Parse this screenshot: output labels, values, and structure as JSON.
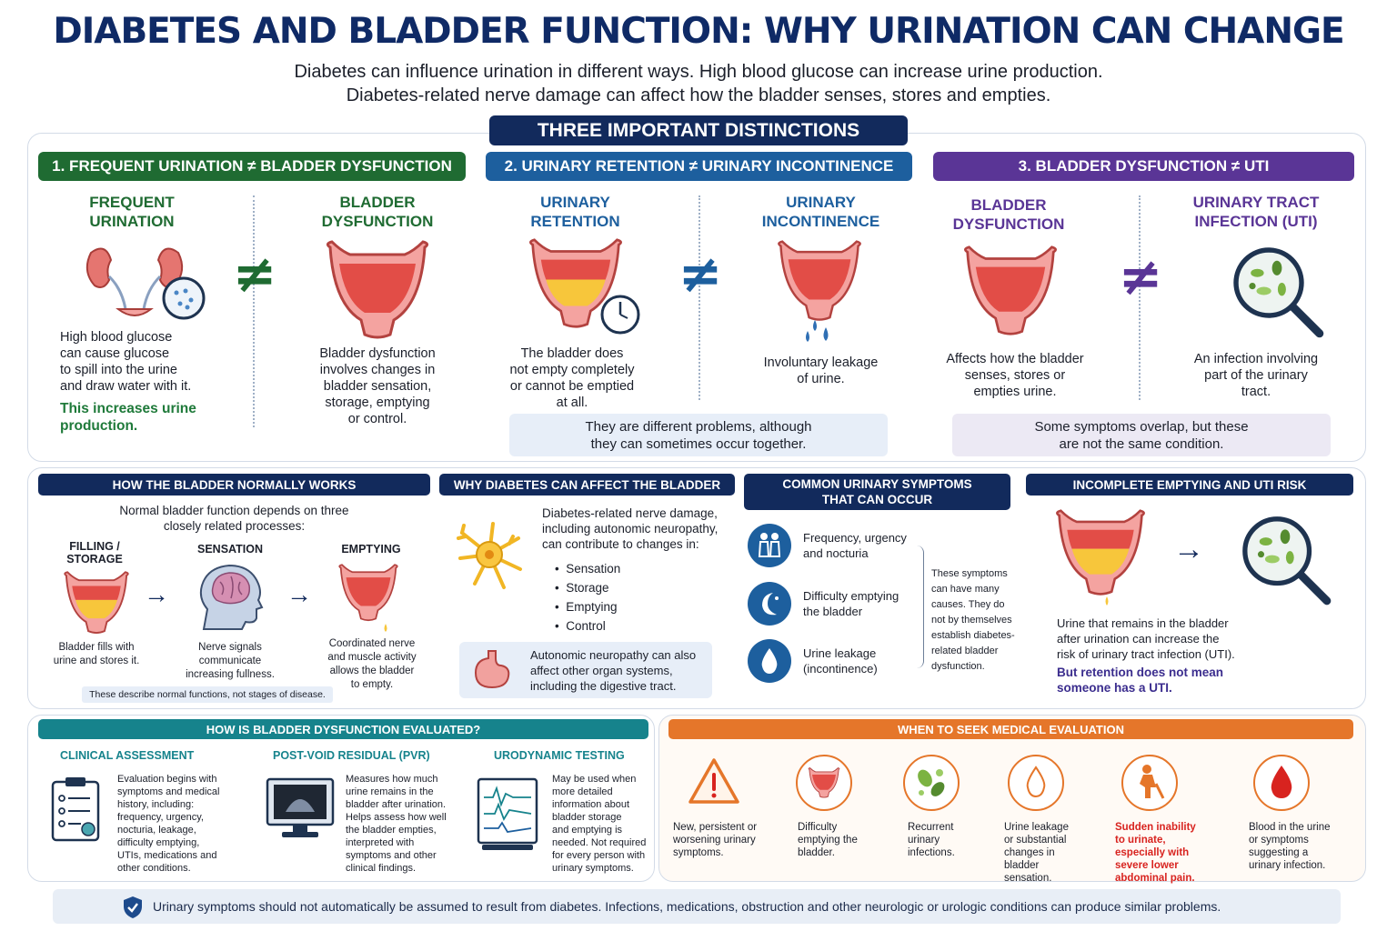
{
  "header": {
    "title": "DIABETES AND BLADDER FUNCTION: WHY URINATION CAN CHANGE",
    "subtitle_line1": "Diabetes can influence urination in different ways. High blood glucose can increase urine production.",
    "subtitle_line2": "Diabetes-related nerve damage can affect how the bladder senses, stores and empties."
  },
  "distinctions": {
    "banner": "THREE IMPORTANT DISTINCTIONS",
    "d1": {
      "header": "1. FREQUENT URINATION ≠ BLADDER DYSFUNCTION",
      "left_label": "FREQUENT\nURINATION",
      "right_label": "BLADDER\nDYSFUNCTION",
      "left_desc": "High blood glucose\ncan cause glucose\nto spill into the urine\nand draw water with it.",
      "left_emph": "This increases urine\nproduction.",
      "right_desc": "Bladder dysfunction\ninvolves changes in\nbladder sensation,\nstorage, emptying\nor control."
    },
    "d2": {
      "header": "2. URINARY RETENTION ≠ URINARY INCONTINENCE",
      "left_label": "URINARY\nRETENTION",
      "right_label": "URINARY\nINCONTINENCE",
      "left_desc": "The bladder does\nnot empty completely\nor cannot be emptied\nat all.",
      "right_desc": "Involuntary leakage\nof urine.",
      "note": "They are different problems, although\nthey can sometimes occur together."
    },
    "d3": {
      "header": "3. BLADDER DYSFUNCTION ≠ UTI",
      "left_label": "BLADDER\nDYSFUNCTION",
      "right_label": "URINARY TRACT\nINFECTION (UTI)",
      "left_desc": "Affects how the bladder\nsenses, stores or\nempties urine.",
      "right_desc": "An infection involving\npart of the urinary\ntract.",
      "note": "Some symptoms overlap, but these\nare not the same condition."
    },
    "neq_symbol": "≠"
  },
  "normal": {
    "header": "HOW THE BLADDER NORMALLY WORKS",
    "intro": "Normal bladder function depends on three\nclosely related processes:",
    "steps": [
      {
        "label": "FILLING /\nSTORAGE",
        "desc": "Bladder fills with\nurine and stores it."
      },
      {
        "label": "SENSATION",
        "desc": "Nerve signals\ncommunicate\nincreasing fullness."
      },
      {
        "label": "EMPTYING",
        "desc": "Coordinated nerve\nand muscle activity\nallows the bladder\nto empty."
      }
    ],
    "arrow": "→",
    "note": "These describe normal functions, not stages of disease."
  },
  "why": {
    "header": "WHY DIABETES CAN AFFECT THE BLADDER",
    "intro": "Diabetes-related nerve damage,\nincluding autonomic neuropathy,\ncan contribute to changes in:",
    "items": [
      "Sensation",
      "Storage",
      "Emptying",
      "Control"
    ],
    "bullet": "•",
    "note": "Autonomic neuropathy can also\naffect other organ systems,\nincluding the digestive tract."
  },
  "symptoms": {
    "header": "COMMON URINARY SYMPTOMS\nTHAT CAN OCCUR",
    "items": [
      {
        "icon": "people-icon",
        "text": "Frequency, urgency\nand nocturia"
      },
      {
        "icon": "moon-icon",
        "text": "Difficulty emptying\nthe bladder"
      },
      {
        "icon": "drop-icon",
        "text": "Urine leakage\n(incontinence)"
      }
    ],
    "side_note": "These symptoms\ncan have many\ncauses. They do\nnot by themselves\nestablish diabetes-\nrelated bladder\ndysfunction."
  },
  "incomplete": {
    "header": "INCOMPLETE EMPTYING AND UTI RISK",
    "arrow": "→",
    "desc": "Urine that remains in the bladder\nafter urination can increase the\nrisk of urinary tract infection (UTI).",
    "emph": "But retention does not mean\nsomeone has a UTI."
  },
  "evaluated": {
    "header": "HOW IS BLADDER DYSFUNCTION EVALUATED?",
    "cols": [
      {
        "title": "CLINICAL ASSESSMENT",
        "text": "Evaluation begins with\nsymptoms and medical\nhistory, including:\nfrequency, urgency,\nnocturia, leakage,\ndifficulty emptying,\nUTIs, medications and\nother conditions."
      },
      {
        "title": "POST-VOID RESIDUAL (PVR)",
        "text": "Measures how much\nurine remains in the\nbladder after urination.\nHelps assess how well\nthe bladder empties,\ninterpreted with\nsymptoms and other\nclinical findings."
      },
      {
        "title": "URODYNAMIC TESTING",
        "text": "May be used when\nmore detailed\ninformation about\nbladder storage\nand emptying is\nneeded. Not required\nfor every person with\nurinary symptoms."
      }
    ]
  },
  "seek": {
    "header": "WHEN TO SEEK MEDICAL EVALUATION",
    "items": [
      {
        "icon": "warning-icon",
        "text": "New, persistent or\nworsening urinary\nsymptoms.",
        "urgent": false
      },
      {
        "icon": "bladder-icon",
        "text": "Difficulty\nemptying the\nbladder.",
        "urgent": false
      },
      {
        "icon": "bacteria-icon",
        "text": "Recurrent\nurinary\ninfections.",
        "urgent": false
      },
      {
        "icon": "drop-icon",
        "text": "Urine leakage\nor substantial\nchanges in\nbladder\nsensation.",
        "urgent": false
      },
      {
        "icon": "pain-icon",
        "text": "Sudden inability\nto urinate,\nespecially with\nsevere lower\nabdominal pain.",
        "urgent": true
      },
      {
        "icon": "blood-drop-icon",
        "text": "Blood in the urine\nor symptoms\nsuggesting a\nurinary infection.",
        "urgent": false
      }
    ]
  },
  "footer": {
    "text": "Urinary symptoms should not automatically be assumed to result from diabetes. Infections, medications, obstruction and other neurologic or urologic conditions can produce similar problems."
  },
  "colors": {
    "navy": "#122a5c",
    "green": "#1f6b32",
    "blue": "#1d5f9e",
    "purple": "#5a3596",
    "teal": "#16838c",
    "orange": "#e5762a",
    "red": "#d8231f"
  }
}
